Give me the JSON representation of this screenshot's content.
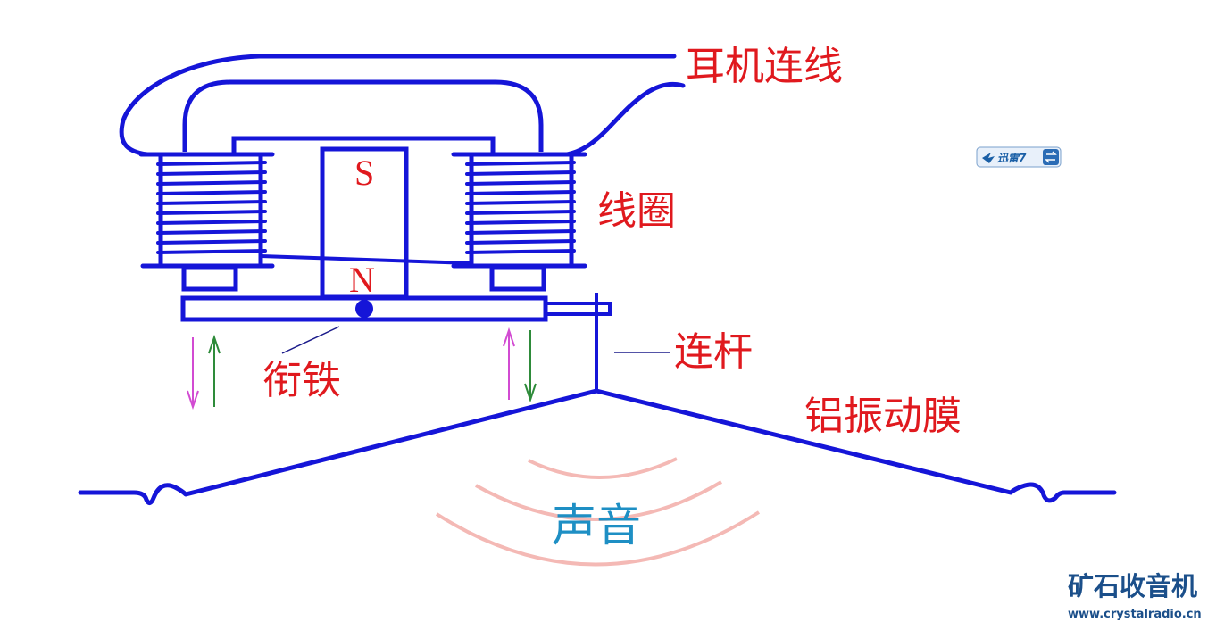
{
  "labels": {
    "earphone_cable": "耳机连线",
    "coil": "线圈",
    "armature": "衔铁",
    "connecting_rod": "连杆",
    "aluminum_diaphragm": "铝振动膜",
    "sound": "声音",
    "pole_s": "S",
    "pole_n": "N"
  },
  "badge": {
    "text": "迅雷7"
  },
  "watermark": {
    "site_name": "矿石收音机",
    "url": "www.crystalradio.cn"
  },
  "colors": {
    "structure": "#1515d8",
    "label": "#e0191e",
    "sound_text": "#1e8fc4",
    "sound_wave": "#f4b9b5",
    "arrow_magenta": "#d24bd2",
    "arrow_green": "#2e8b3a",
    "watermark": "#1b4f8a"
  }
}
